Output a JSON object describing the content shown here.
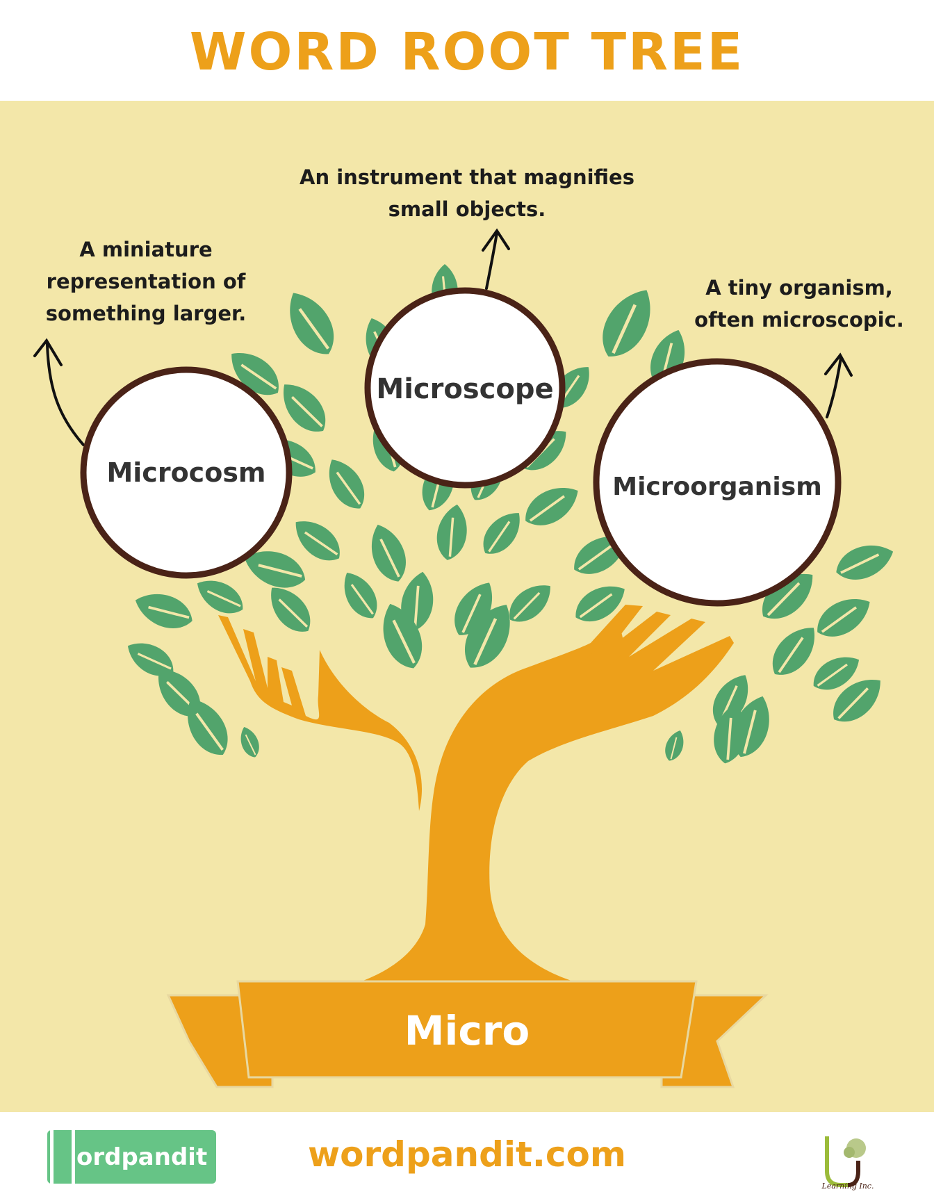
{
  "header": {
    "title": "WORD ROOT TREE"
  },
  "root": {
    "word": "Micro"
  },
  "branches": [
    {
      "word": "Microcosm",
      "definition_lines": [
        "A miniature",
        "representation of",
        "something larger."
      ]
    },
    {
      "word": "Microscope",
      "definition_lines": [
        "An instrument that magnifies",
        "small objects."
      ]
    },
    {
      "word": "Microorganism",
      "definition_lines": [
        "A tiny organism,",
        "often microscopic."
      ]
    }
  ],
  "footer": {
    "brand_logo": "Wordpandit",
    "brand_logo_text": "ordpandit",
    "website": "wordpandit.com",
    "partner_logo": "Learning Inc."
  },
  "colors": {
    "orange": "#eda01a",
    "background": "#f3e7a9",
    "leaf": "#52a46c",
    "circle_border": "#4a2317",
    "logo_green": "#66c486"
  }
}
